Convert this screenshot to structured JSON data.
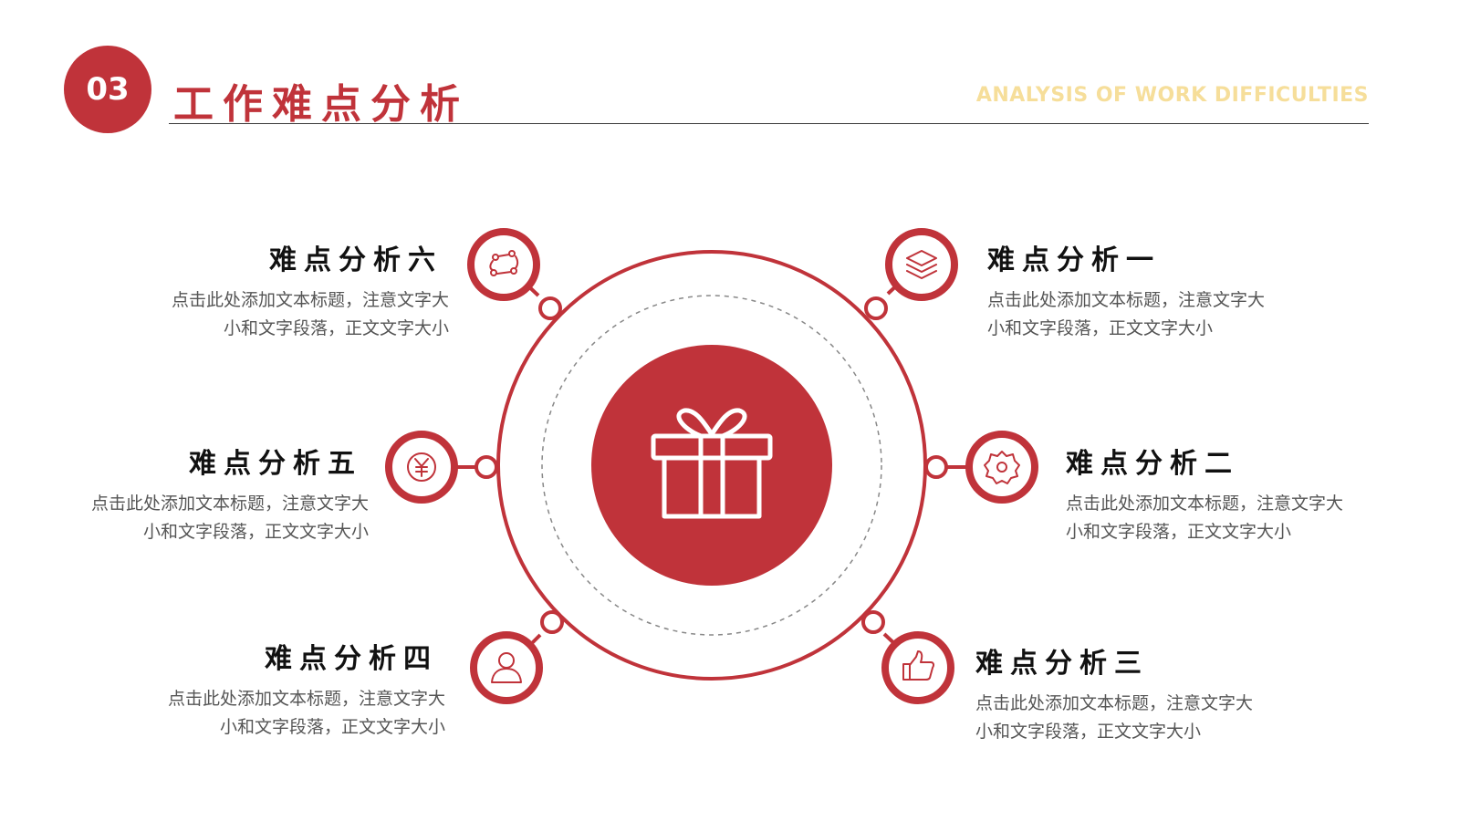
{
  "header": {
    "section_number": "03",
    "title": "工作难点分析",
    "subtitle": "ANALYSIS OF WORK DIFFICULTIES"
  },
  "center": {
    "icon": "gift-icon"
  },
  "items": [
    {
      "title": "难点分析一",
      "desc_line1": "点击此处添加文本标题，注意文字大",
      "desc_line2": "小和文字段落，正文文字大小",
      "icon": "layers-icon"
    },
    {
      "title": "难点分析二",
      "desc_line1": "点击此处添加文本标题，注意文字大",
      "desc_line2": "小和文字段落，正文文字大小",
      "icon": "gear-icon"
    },
    {
      "title": "难点分析三",
      "desc_line1": "点击此处添加文本标题，注意文字大",
      "desc_line2": "小和文字段落，正文文字大小",
      "icon": "thumbs-up-icon"
    },
    {
      "title": "难点分析四",
      "desc_line1": "点击此处添加文本标题，注意文字大",
      "desc_line2": "小和文字段落，正文文字大小",
      "icon": "user-icon"
    },
    {
      "title": "难点分析五",
      "desc_line1": "点击此处添加文本标题，注意文字大",
      "desc_line2": "小和文字段落，正文文字大小",
      "icon": "yen-icon"
    },
    {
      "title": "难点分析六",
      "desc_line1": "点击此处添加文本标题，注意文字大",
      "desc_line2": "小和文字段落，正文文字大小",
      "icon": "cycle-icon"
    }
  ],
  "colors": {
    "accent": "#C0333A",
    "subtitle": "#F6DE9A",
    "text": "#111111",
    "desc": "#555555"
  }
}
